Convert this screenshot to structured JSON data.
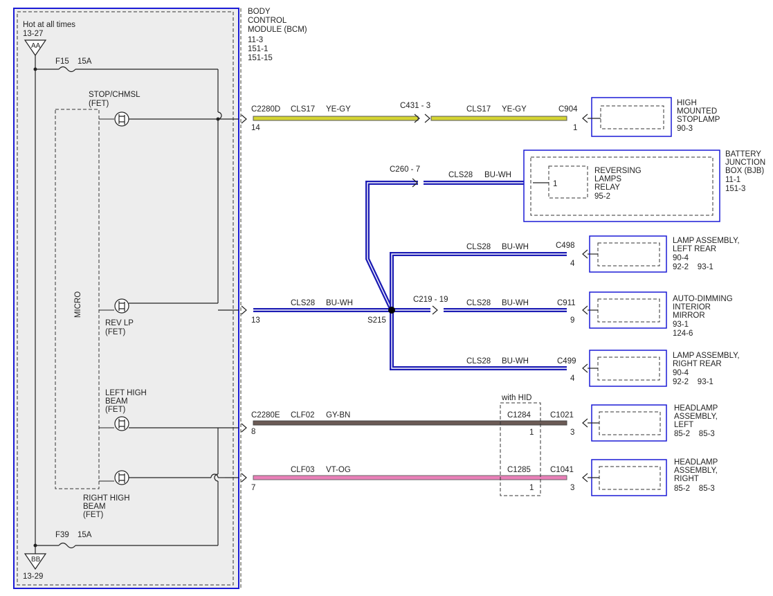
{
  "bcm": {
    "title": [
      "BODY",
      "CONTROL",
      "MODULE (BCM)"
    ],
    "refs": [
      "11-3",
      "151-1",
      "151-15"
    ],
    "hot_label": "Hot at all times",
    "aa_ref": "13-27",
    "bb_ref": "13-29",
    "aa_tag": "AA",
    "bb_tag": "BB",
    "fuse_top": {
      "name": "F15",
      "rating": "15A"
    },
    "fuse_bottom": {
      "name": "F39",
      "rating": "15A"
    },
    "micro": "MICRO",
    "fets": {
      "stop": [
        "STOP/CHMSL",
        "(FET)"
      ],
      "rev": [
        "REV LP",
        "(FET)"
      ],
      "left_high": [
        "LEFT HIGH",
        "BEAM",
        "(FET)"
      ],
      "right_high": [
        "RIGHT HIGH",
        "BEAM",
        "(FET)"
      ]
    }
  },
  "wires": {
    "stop": {
      "connector": "C2280D",
      "pin": "14",
      "circuit": "CLS17",
      "color": "YE-GY",
      "inline": "C431 - 3",
      "circuit2": "CLS17",
      "color2": "YE-GY",
      "end_conn": "C904",
      "end_pin": "1",
      "stroke": "#d4d433"
    },
    "rev": {
      "pin": "13",
      "circuit": "CLS28",
      "color": "BU-WH",
      "splice": "S215",
      "stroke": "#1c1cb4"
    },
    "relay_branch": {
      "inline": "C260 - 7",
      "circuit": "CLS28",
      "color": "BU-WH"
    },
    "lamp_left": {
      "circuit": "CLS28",
      "color": "BU-WH",
      "end_conn": "C498",
      "end_pin": "4"
    },
    "mirror": {
      "inline": "C219 - 19",
      "circuit": "CLS28",
      "color": "BU-WH",
      "end_conn": "C911",
      "end_pin": "9"
    },
    "lamp_right": {
      "circuit": "CLS28",
      "color": "BU-WH",
      "end_conn": "C499",
      "end_pin": "4"
    },
    "left_high": {
      "connector": "C2280E",
      "pin": "8",
      "circuit": "CLF02",
      "color": "GY-BN",
      "hid_conn": "C1284",
      "hid_pin": "1",
      "end_conn": "C1021",
      "end_pin": "3",
      "stroke": "#6b5a55"
    },
    "right_high": {
      "pin": "7",
      "circuit": "CLF03",
      "color": "VT-OG",
      "hid_conn": "C1285",
      "hid_pin": "1",
      "end_conn": "C1041",
      "end_pin": "3",
      "stroke": "#e97fb8"
    },
    "hid_label": "with HID"
  },
  "components": {
    "stoplamp": {
      "lines": [
        "HIGH",
        "MOUNTED",
        "STOPLAMP"
      ],
      "refs": [
        "90-3"
      ]
    },
    "bjb": {
      "lines": [
        "BATTERY",
        "JUNCTION",
        "BOX (BJB)"
      ],
      "refs": [
        "11-1",
        "151-3"
      ]
    },
    "relay": {
      "pin": "1",
      "lines": [
        "REVERSING",
        "LAMPS",
        "RELAY"
      ],
      "refs": [
        "95-2"
      ]
    },
    "lamp_left": {
      "lines": [
        "LAMP ASSEMBLY,",
        "LEFT REAR"
      ],
      "refs": [
        "90-4",
        "92-2    93-1"
      ]
    },
    "mirror": {
      "lines": [
        "AUTO-DIMMING",
        "INTERIOR",
        "MIRROR"
      ],
      "refs": [
        "93-1",
        "124-6"
      ]
    },
    "lamp_right": {
      "lines": [
        "LAMP ASSEMBLY,",
        "RIGHT REAR"
      ],
      "refs": [
        "90-4",
        "92-2    93-1"
      ]
    },
    "headlamp_left": {
      "lines": [
        "HEADLAMP",
        "ASSEMBLY,",
        "LEFT"
      ],
      "refs": [
        "85-2    85-3"
      ]
    },
    "headlamp_right": {
      "lines": [
        "HEADLAMP",
        "ASSEMBLY,",
        "RIGHT"
      ],
      "refs": [
        "85-2    85-3"
      ]
    }
  },
  "colors": {
    "module_border": "#1a1ad6",
    "module_fill": "#ededed",
    "blue_wire": "#1c1cb4",
    "yellow_wire": "#d4d433",
    "brown_wire": "#6b5a55",
    "pink_wire": "#e97fb8"
  }
}
